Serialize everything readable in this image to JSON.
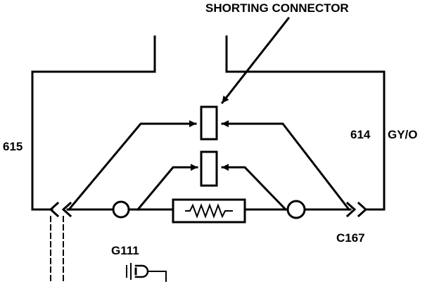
{
  "diagram": {
    "labels": {
      "shorting_connector": "SHORTING CONNECTOR",
      "wire_615": "615",
      "wire_614": "614",
      "wire_color": "GY/O",
      "ground": "G111",
      "connector": "C167"
    },
    "colors": {
      "line": "#000000",
      "background": "#ffffff"
    }
  }
}
